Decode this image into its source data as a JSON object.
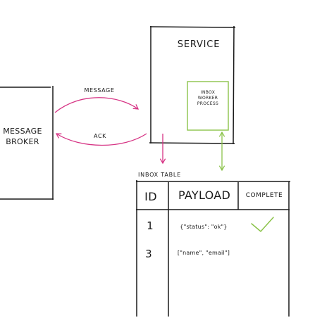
{
  "nodes": {
    "broker": {
      "line1": "MESSAGE",
      "line2": "BROKER"
    },
    "service": {
      "title": "SERVICE"
    },
    "worker": {
      "line1": "INBOX",
      "line2": "WORKER",
      "line3": "PROCESS"
    }
  },
  "edges": {
    "message": "MESSAGE",
    "ack": "ACK"
  },
  "table": {
    "caption": "INBOX TABLE",
    "headers": [
      "ID",
      "PAYLOAD",
      "COMPLETE"
    ],
    "rows": [
      {
        "id": "1",
        "payload": "{\"status\": \"ok\"}",
        "complete": true
      },
      {
        "id": "3",
        "payload": "[\"name\", \"email\"]",
        "complete": false
      }
    ]
  },
  "colors": {
    "ink": "#1a1a1a",
    "message_flow": "#d63384",
    "worker_flow": "#8bc34a"
  }
}
